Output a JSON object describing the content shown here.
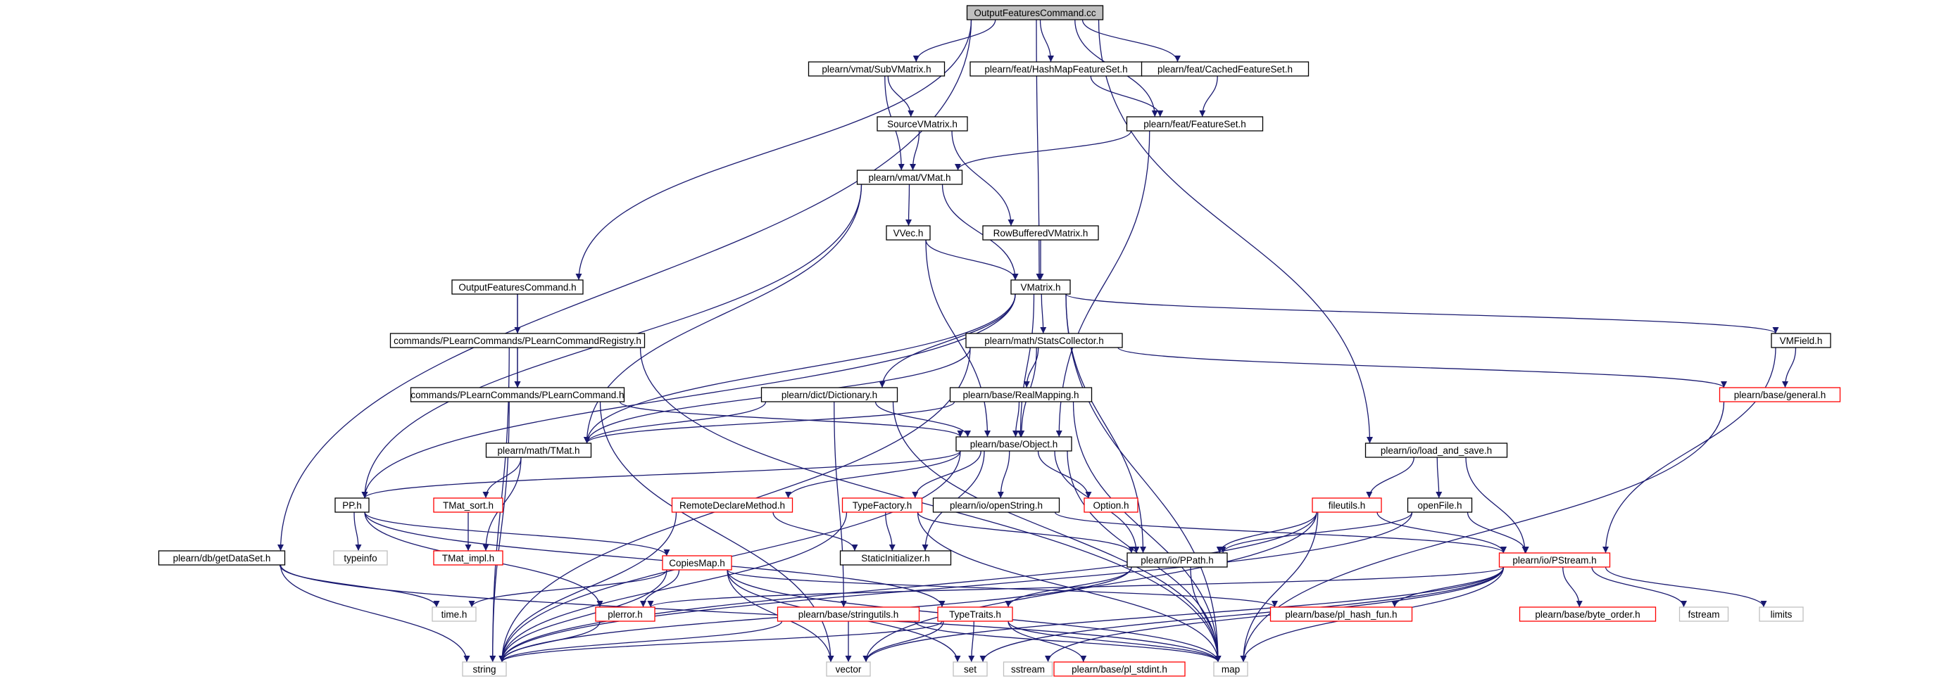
{
  "title": "OutputFeaturesCommand.cc",
  "colors": {
    "root_fill": "#bfbfbf",
    "normal_border": "#000000",
    "truncated_border": "#ff0000",
    "external_border": "#bfbfbf",
    "external_text": "#999999",
    "edge": "#191970"
  },
  "nodes": [
    {
      "id": "root",
      "label": "OutputFeaturesCommand.cc",
      "kind": "root"
    },
    {
      "id": "submatrix",
      "label": "plearn/vmat/SubVMatrix.h",
      "kind": "normal"
    },
    {
      "id": "hashmap",
      "label": "plearn/feat/HashMapFeatureSet.h",
      "kind": "normal"
    },
    {
      "id": "cached",
      "label": "plearn/feat/CachedFeatureSet.h",
      "kind": "normal"
    },
    {
      "id": "sourcev",
      "label": "SourceVMatrix.h",
      "kind": "normal"
    },
    {
      "id": "featureset",
      "label": "plearn/feat/FeatureSet.h",
      "kind": "normal"
    },
    {
      "id": "vmat",
      "label": "plearn/vmat/VMat.h",
      "kind": "normal"
    },
    {
      "id": "vvec",
      "label": "VVec.h",
      "kind": "normal"
    },
    {
      "id": "rowbuf",
      "label": "RowBufferedVMatrix.h",
      "kind": "normal"
    },
    {
      "id": "ofch",
      "label": "OutputFeaturesCommand.h",
      "kind": "normal"
    },
    {
      "id": "vmatrix",
      "label": "VMatrix.h",
      "kind": "normal"
    },
    {
      "id": "registry",
      "label": "commands/PLearnCommands/PLearnCommandRegistry.h",
      "kind": "normal"
    },
    {
      "id": "stats",
      "label": "plearn/math/StatsCollector.h",
      "kind": "normal"
    },
    {
      "id": "vmfield",
      "label": "VMField.h",
      "kind": "normal"
    },
    {
      "id": "plcmd",
      "label": "commands/PLearnCommands/PLearnCommand.h",
      "kind": "normal"
    },
    {
      "id": "dict",
      "label": "plearn/dict/Dictionary.h",
      "kind": "normal"
    },
    {
      "id": "realmap",
      "label": "plearn/base/RealMapping.h",
      "kind": "normal"
    },
    {
      "id": "general",
      "label": "plearn/base/general.h",
      "kind": "truncated"
    },
    {
      "id": "tmat",
      "label": "plearn/math/TMat.h",
      "kind": "normal"
    },
    {
      "id": "object",
      "label": "plearn/base/Object.h",
      "kind": "normal"
    },
    {
      "id": "loadsave",
      "label": "plearn/io/load_and_save.h",
      "kind": "normal"
    },
    {
      "id": "pp",
      "label": "PP.h",
      "kind": "normal"
    },
    {
      "id": "tmatsort",
      "label": "TMat_sort.h",
      "kind": "truncated"
    },
    {
      "id": "remote",
      "label": "RemoteDeclareMethod.h",
      "kind": "truncated"
    },
    {
      "id": "typefactory",
      "label": "TypeFactory.h",
      "kind": "truncated"
    },
    {
      "id": "openstring",
      "label": "plearn/io/openString.h",
      "kind": "normal"
    },
    {
      "id": "option",
      "label": "Option.h",
      "kind": "truncated"
    },
    {
      "id": "fileutils",
      "label": "fileutils.h",
      "kind": "truncated"
    },
    {
      "id": "openfile",
      "label": "openFile.h",
      "kind": "normal"
    },
    {
      "id": "typeinfo",
      "label": "typeinfo",
      "kind": "external"
    },
    {
      "id": "tmatimpl",
      "label": "TMat_impl.h",
      "kind": "truncated"
    },
    {
      "id": "getdataset",
      "label": "plearn/db/getDataSet.h",
      "kind": "normal"
    },
    {
      "id": "copiesmap",
      "label": "CopiesMap.h",
      "kind": "truncated"
    },
    {
      "id": "staticinit",
      "label": "StaticInitializer.h",
      "kind": "normal"
    },
    {
      "id": "ppath",
      "label": "plearn/io/PPath.h",
      "kind": "normal"
    },
    {
      "id": "pstream",
      "label": "plearn/io/PStream.h",
      "kind": "truncated"
    },
    {
      "id": "timeh",
      "label": "time.h",
      "kind": "external"
    },
    {
      "id": "plerror",
      "label": "plerror.h",
      "kind": "truncated"
    },
    {
      "id": "stringutils",
      "label": "plearn/base/stringutils.h",
      "kind": "truncated"
    },
    {
      "id": "typetraits",
      "label": "TypeTraits.h",
      "kind": "truncated"
    },
    {
      "id": "hashfun",
      "label": "plearn/base/pl_hash_fun.h",
      "kind": "truncated"
    },
    {
      "id": "byteorder",
      "label": "plearn/base/byte_order.h",
      "kind": "truncated"
    },
    {
      "id": "fstream",
      "label": "fstream",
      "kind": "external"
    },
    {
      "id": "limits",
      "label": "limits",
      "kind": "external"
    },
    {
      "id": "string",
      "label": "string",
      "kind": "external"
    },
    {
      "id": "vector",
      "label": "vector",
      "kind": "external"
    },
    {
      "id": "set",
      "label": "set",
      "kind": "external"
    },
    {
      "id": "sstream",
      "label": "sstream",
      "kind": "external"
    },
    {
      "id": "stdint",
      "label": "plearn/base/pl_stdint.h",
      "kind": "truncated"
    },
    {
      "id": "map",
      "label": "map",
      "kind": "external"
    }
  ],
  "edges": [
    [
      "root",
      "submatrix"
    ],
    [
      "root",
      "hashmap"
    ],
    [
      "root",
      "cached"
    ],
    [
      "root",
      "featureset"
    ],
    [
      "root",
      "vmatrix"
    ],
    [
      "root",
      "ofch"
    ],
    [
      "root",
      "loadsave"
    ],
    [
      "root",
      "getdataset"
    ],
    [
      "submatrix",
      "sourcev"
    ],
    [
      "submatrix",
      "vmat"
    ],
    [
      "hashmap",
      "featureset"
    ],
    [
      "cached",
      "featureset"
    ],
    [
      "sourcev",
      "vmat"
    ],
    [
      "sourcev",
      "rowbuf"
    ],
    [
      "featureset",
      "vmat"
    ],
    [
      "featureset",
      "object"
    ],
    [
      "vmat",
      "vvec"
    ],
    [
      "vmat",
      "vmatrix"
    ],
    [
      "vmat",
      "pp"
    ],
    [
      "vmat",
      "tmat"
    ],
    [
      "vvec",
      "vmatrix"
    ],
    [
      "vvec",
      "object"
    ],
    [
      "rowbuf",
      "vmatrix"
    ],
    [
      "ofch",
      "registry"
    ],
    [
      "ofch",
      "plcmd"
    ],
    [
      "registry",
      "plcmd"
    ],
    [
      "registry",
      "string"
    ],
    [
      "registry",
      "map"
    ],
    [
      "vmatrix",
      "stats"
    ],
    [
      "vmatrix",
      "vmfield"
    ],
    [
      "vmatrix",
      "dict"
    ],
    [
      "vmatrix",
      "tmat"
    ],
    [
      "vmatrix",
      "object"
    ],
    [
      "vmatrix",
      "ppath"
    ],
    [
      "vmatrix",
      "map"
    ],
    [
      "vmatrix",
      "pp"
    ],
    [
      "stats",
      "realmap"
    ],
    [
      "stats",
      "general"
    ],
    [
      "stats",
      "object"
    ],
    [
      "stats",
      "tmat"
    ],
    [
      "stats",
      "string"
    ],
    [
      "vmfield",
      "general"
    ],
    [
      "vmfield",
      "pstream"
    ],
    [
      "plcmd",
      "object"
    ],
    [
      "plcmd",
      "string"
    ],
    [
      "plcmd",
      "vector"
    ],
    [
      "dict",
      "object"
    ],
    [
      "dict",
      "tmat"
    ],
    [
      "dict",
      "map"
    ],
    [
      "dict",
      "stringutils"
    ],
    [
      "realmap",
      "object"
    ],
    [
      "realmap",
      "tmat"
    ],
    [
      "realmap",
      "map"
    ],
    [
      "general",
      "map"
    ],
    [
      "tmat",
      "tmatsort"
    ],
    [
      "tmat",
      "tmatimpl"
    ],
    [
      "tmatsort",
      "tmatimpl"
    ],
    [
      "object",
      "pp"
    ],
    [
      "object",
      "remote"
    ],
    [
      "object",
      "typefactory"
    ],
    [
      "object",
      "openstring"
    ],
    [
      "object",
      "option"
    ],
    [
      "object",
      "staticinit"
    ],
    [
      "object",
      "ppath"
    ],
    [
      "object",
      "map"
    ],
    [
      "object",
      "string"
    ],
    [
      "loadsave",
      "fileutils"
    ],
    [
      "loadsave",
      "openfile"
    ],
    [
      "loadsave",
      "pstream"
    ],
    [
      "pp",
      "typeinfo"
    ],
    [
      "pp",
      "copiesmap"
    ],
    [
      "pp",
      "typetraits"
    ],
    [
      "pp",
      "plerror"
    ],
    [
      "remote",
      "staticinit"
    ],
    [
      "remote",
      "string"
    ],
    [
      "typefactory",
      "staticinit"
    ],
    [
      "typefactory",
      "string"
    ],
    [
      "typefactory",
      "map"
    ],
    [
      "typefactory",
      "ppath"
    ],
    [
      "openstring",
      "pstream"
    ],
    [
      "fileutils",
      "ppath"
    ],
    [
      "fileutils",
      "pstream"
    ],
    [
      "fileutils",
      "string"
    ],
    [
      "fileutils",
      "map"
    ],
    [
      "fileutils",
      "vector"
    ],
    [
      "openfile",
      "ppath"
    ],
    [
      "openfile",
      "pstream"
    ],
    [
      "openfile",
      "string"
    ],
    [
      "getdataset",
      "string"
    ],
    [
      "getdataset",
      "timeh"
    ],
    [
      "getdataset",
      "map"
    ],
    [
      "copiesmap",
      "plerror"
    ],
    [
      "copiesmap",
      "string"
    ],
    [
      "copiesmap",
      "vector"
    ],
    [
      "copiesmap",
      "set"
    ],
    [
      "copiesmap",
      "map"
    ],
    [
      "copiesmap",
      "timeh"
    ],
    [
      "copiesmap",
      "hashfun"
    ],
    [
      "ppath",
      "string"
    ],
    [
      "ppath",
      "map"
    ],
    [
      "ppath",
      "typetraits"
    ],
    [
      "pstream",
      "plerror"
    ],
    [
      "pstream",
      "hashfun"
    ],
    [
      "pstream",
      "byteorder"
    ],
    [
      "pstream",
      "fstream"
    ],
    [
      "pstream",
      "limits"
    ],
    [
      "pstream",
      "map"
    ],
    [
      "pstream",
      "set"
    ],
    [
      "pstream",
      "sstream"
    ],
    [
      "pstream",
      "vector"
    ],
    [
      "plerror",
      "string"
    ],
    [
      "stringutils",
      "string"
    ],
    [
      "stringutils",
      "vector"
    ],
    [
      "stringutils",
      "map"
    ],
    [
      "typetraits",
      "string"
    ],
    [
      "typetraits",
      "vector"
    ],
    [
      "typetraits",
      "set"
    ],
    [
      "typetraits",
      "map"
    ],
    [
      "typetraits",
      "stdint"
    ]
  ]
}
